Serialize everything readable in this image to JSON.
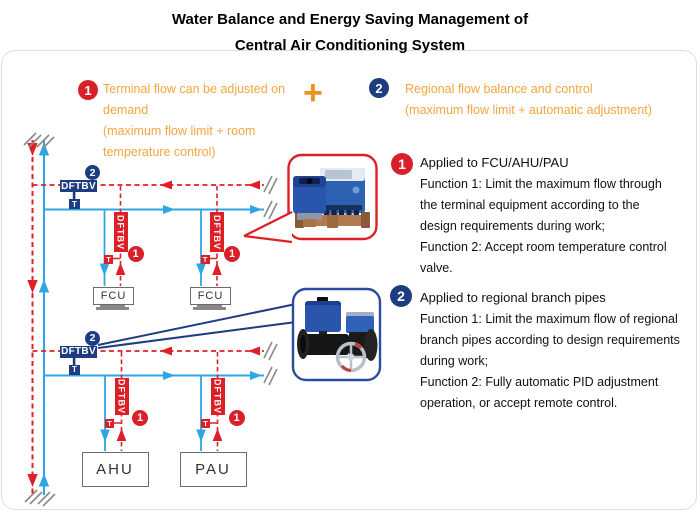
{
  "title": {
    "line1": "Water Balance and Energy Saving Management of",
    "line2": "Central Air Conditioning System"
  },
  "legend": {
    "item1_badge": "1",
    "item1_lines": [
      "Terminal flow can be adjusted on",
      "demand",
      "(maximum flow limit + room",
      "temperature control)"
    ],
    "plus": "+",
    "item2_badge": "2",
    "item2_lines": [
      "Regional flow balance and control",
      "(maximum flow limit + automatic adjustment)"
    ]
  },
  "notes": {
    "note1_badge": "1",
    "note1_heading": "Applied to FCU/AHU/PAU",
    "note1_lines": [
      "Function 1: Limit the maximum flow through",
      "the terminal equipment according to the",
      "design requirements during work;",
      "Function 2: Accept room temperature control",
      "valve."
    ],
    "note2_badge": "2",
    "note2_heading": "Applied to regional branch pipes",
    "note2_lines": [
      "Function 1: Limit the maximum flow of regional",
      "branch pipes according to design requirements",
      "during work;",
      "Function 2: Fully automatic PID adjustment",
      "operation, or accept remote control."
    ]
  },
  "diagram": {
    "valve_label": "DFTBV",
    "temp_sensor_label": "T",
    "badge_1": "1",
    "badge_2": "2",
    "unit_fcu_1": "FCU",
    "unit_fcu_2": "FCU",
    "unit_ahu": "AHU",
    "unit_pau": "PAU"
  },
  "colors": {
    "supply_blue": "#2FA6E2",
    "return_red": "#DD1F26",
    "navy": "#1D3D80",
    "orange_text": "#F2A63F",
    "plus_orange": "#E8941F"
  }
}
